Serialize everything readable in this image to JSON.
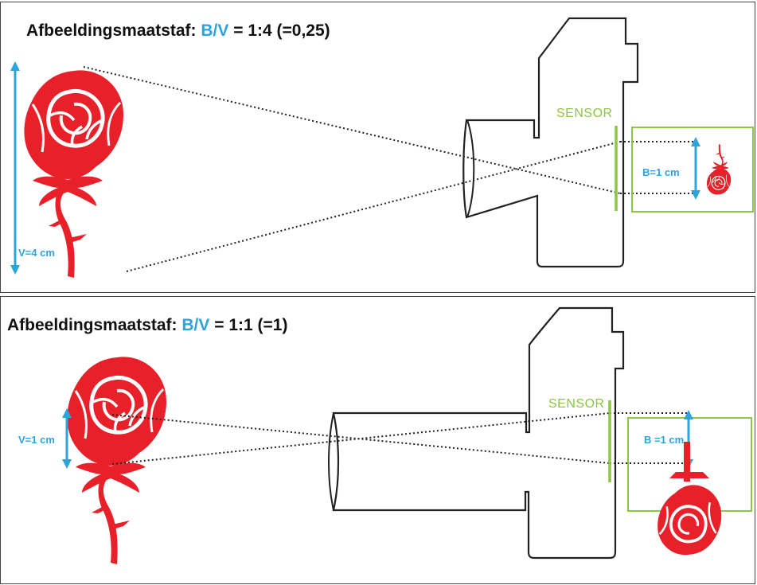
{
  "colors": {
    "accent": "#2ea3dc",
    "sensor": "#8dc63f",
    "rose": "#e8202a",
    "outline": "#222222"
  },
  "panels": [
    {
      "title_prefix": "Afbeeldingsmaatstaf: ",
      "ratio_label": "B/V",
      "title_suffix": " = 1:4 (=0,25)",
      "sensor_label": "SENSOR",
      "subject_label": "V=4 cm",
      "image_label": "B=1 cm"
    },
    {
      "title_prefix": "Afbeeldingsmaatstaf: ",
      "ratio_label": "B/V",
      "title_suffix": " = 1:1 (=1)",
      "sensor_label": "SENSOR",
      "subject_label": "V=1 cm",
      "image_label": "B =1 cm"
    }
  ]
}
